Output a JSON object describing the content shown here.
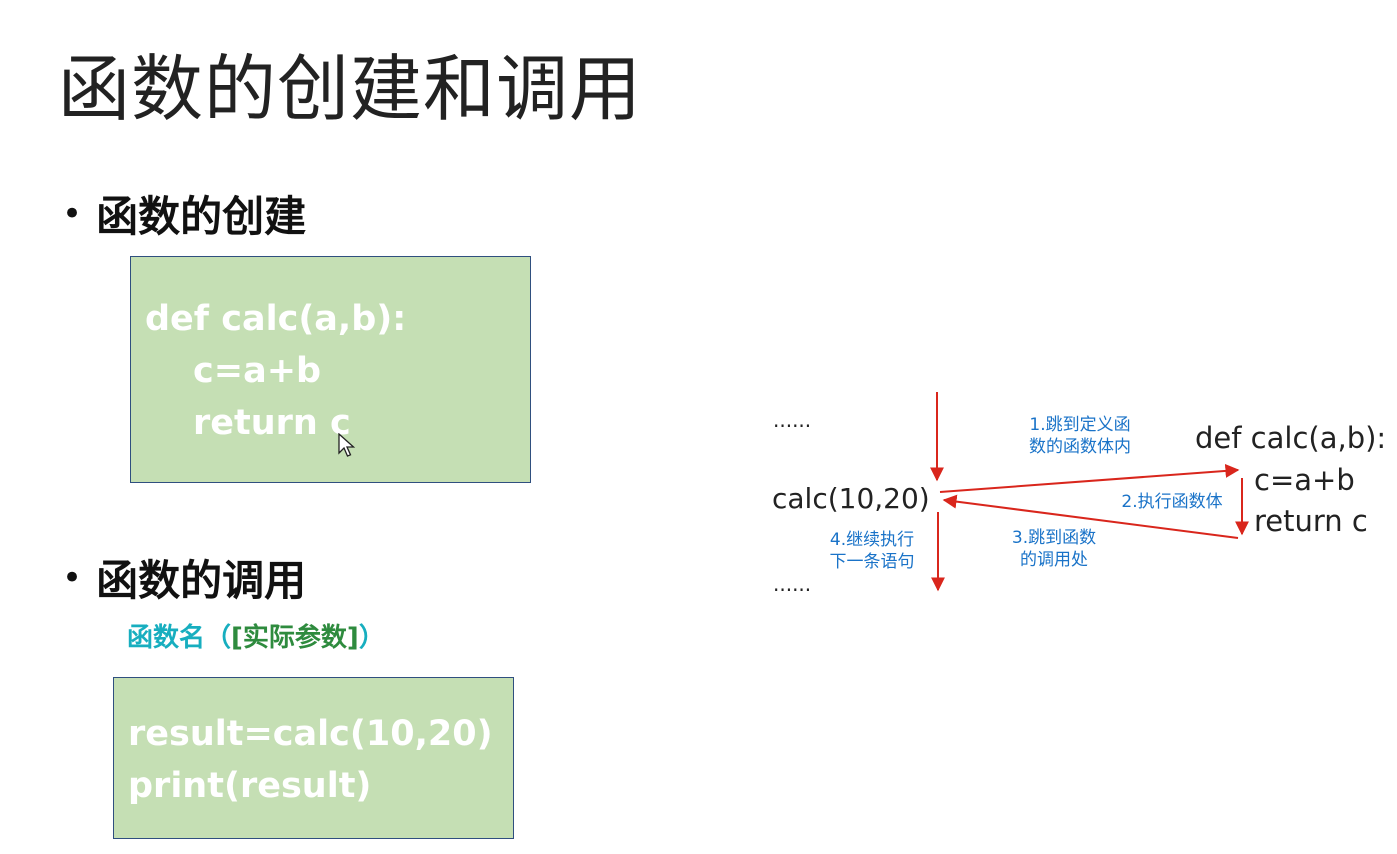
{
  "title": "函数的创建和调用",
  "section_create": {
    "bullet": "•",
    "label": "函数的创建"
  },
  "create_code": [
    "def calc(a,b):",
    "c=a+b",
    "return c"
  ],
  "section_call": {
    "bullet": "•",
    "label": "函数的调用"
  },
  "syntax": {
    "name": "函数名",
    "open": "（",
    "param": "[实际参数]",
    "close": "）"
  },
  "call_code": [
    "result=calc(10,20)",
    "print(result)"
  ],
  "diagram": {
    "dots_top": "......",
    "call_expr": "calc(10,20)",
    "dots_bottom": "......",
    "def_lines": [
      "def calc(a,b):",
      "c=a+b",
      "return c"
    ],
    "step1": [
      "1.跳到定义函",
      "数的函数体内"
    ],
    "step2": "2.执行函数体",
    "step3": [
      "3.跳到函数",
      "的调用处"
    ],
    "step4": [
      "4.继续执行",
      "下一条语句"
    ]
  },
  "colors": {
    "code_bg": "#c5dfb4",
    "code_border": "#2f4f7f",
    "arrow": "#d9261c",
    "annotation": "#1a73c8",
    "syntax_name": "#17aebf",
    "syntax_param": "#2e8b3e"
  }
}
